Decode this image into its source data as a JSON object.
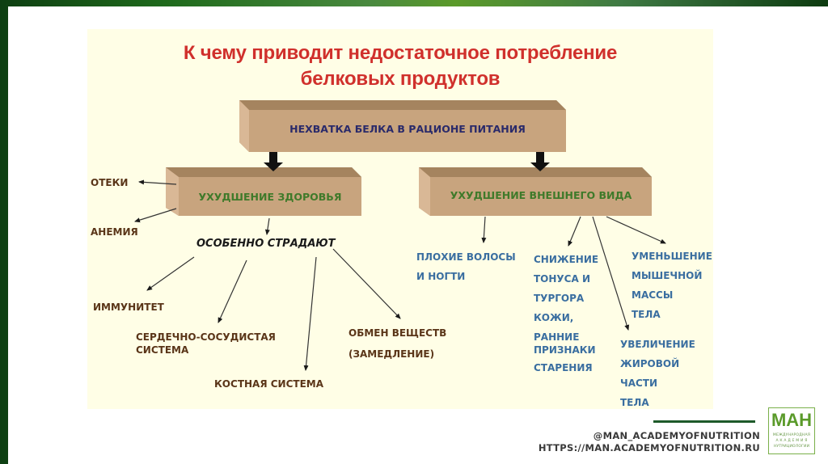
{
  "title": {
    "line1": "К чему приводит недостаточное потребление",
    "line2": "белковых продуктов"
  },
  "root": {
    "label": "НЕХВАТКА  БЕЛКА В РАЦИОНЕ ПИТАНИЯ"
  },
  "health": {
    "label": "УХУДШЕНИЕ ЗДОРОВЬЯ",
    "side_effects": [
      "ОТЕКИ",
      "АНЕМИЯ"
    ],
    "suffer_label": "ОСОБЕННО СТРАДАЮТ",
    "suffer_items": {
      "immunity": "ИММУНИТЕТ",
      "cardio": [
        "СЕРДЕЧНО-СОСУДИСТАЯ",
        "СИСТЕМА"
      ],
      "bone": "КОСТНАЯ СИСТЕМА",
      "metabolism": [
        "ОБМЕН ВЕЩЕСТВ",
        "(ЗАМЕДЛЕНИЕ)"
      ]
    }
  },
  "appearance": {
    "label": "УХУДШЕНИЕ ВНЕШНЕГО ВИДА",
    "items": {
      "hair": [
        "ПЛОХИЕ ВОЛОСЫ",
        "И НОГТИ"
      ],
      "skin": [
        "СНИЖЕНИЕ",
        "ТОНУСА  И",
        "ТУРГОРА",
        "КОЖИ,",
        "РАННИЕ",
        "ПРИЗНАКИ",
        "СТАРЕНИЯ"
      ],
      "muscle": [
        "УМЕНЬШЕНИЕ",
        "МЫШЕЧНОЙ",
        "МАССЫ",
        "ТЕЛА"
      ],
      "fat": [
        "УВЕЛИЧЕНИЕ",
        "ЖИРОВОЙ",
        "ЧАСТИ",
        "ТЕЛА"
      ]
    }
  },
  "footer": {
    "handle": "@MAN_ACADEMYOFNUTRITION",
    "url": "HTTPS://MAN.ACADEMYOFNUTRITION.RU",
    "logo_mark": "МАН",
    "logo_sub": [
      "МЕЖДУНАРОДНАЯ",
      "А К А Д Е М И Я",
      "НУТРИЦИОЛОГИИ"
    ]
  },
  "colors": {
    "title": "#d0302c",
    "box_front": "#c8a47e",
    "box_top": "#a5845f",
    "root_text": "#2a2a6a",
    "branch_text": "#3f7a2a",
    "health_items": "#5a3518",
    "appearance_items": "#3a6ea0"
  }
}
